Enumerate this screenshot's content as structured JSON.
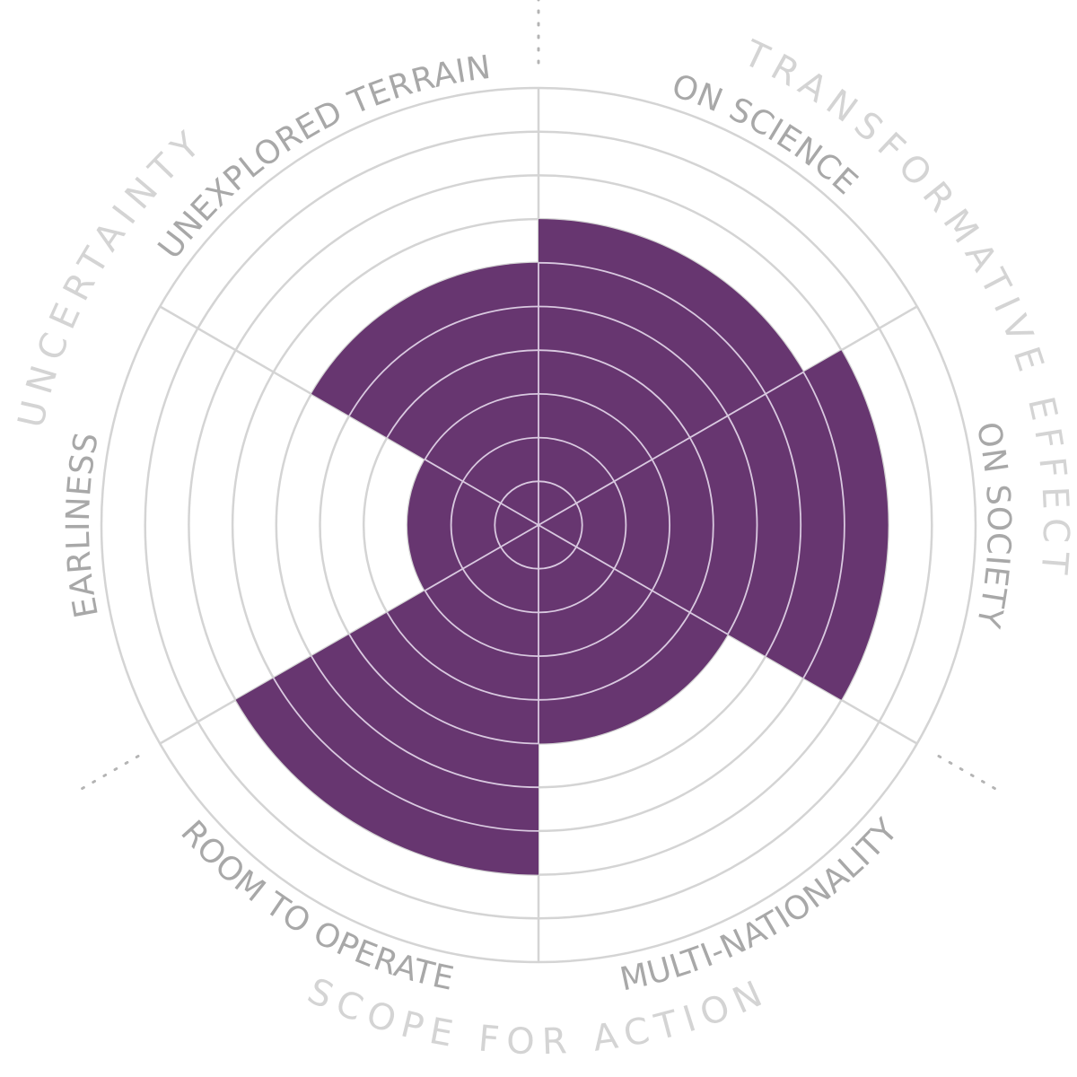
{
  "chart_data": {
    "type": "polar-area",
    "scale_max": 10,
    "fill_color": "#673670",
    "grid_color": "#d4d4d4",
    "segments": [
      {
        "label": "ON SCIENCE",
        "value": 7
      },
      {
        "label": "ON SOCIETY",
        "value": 8
      },
      {
        "label": "MULTI-NATIONALITY",
        "value": 5
      },
      {
        "label": "ROOM TO OPERATE",
        "value": 8
      },
      {
        "label": "EARLINESS",
        "value": 3
      },
      {
        "label": "UNEXPLORED TERRAIN",
        "value": 6
      }
    ],
    "groups": [
      {
        "label": "TRANSFORMATIVE EFFECT",
        "segments": [
          "ON SCIENCE",
          "ON SOCIETY"
        ]
      },
      {
        "label": "SCOPE FOR ACTION",
        "segments": [
          "MULTI-NATIONALITY",
          "ROOM TO OPERATE"
        ]
      },
      {
        "label": "UNCERTAINTY",
        "segments": [
          "EARLINESS",
          "UNEXPLORED TERRAIN"
        ]
      }
    ]
  }
}
